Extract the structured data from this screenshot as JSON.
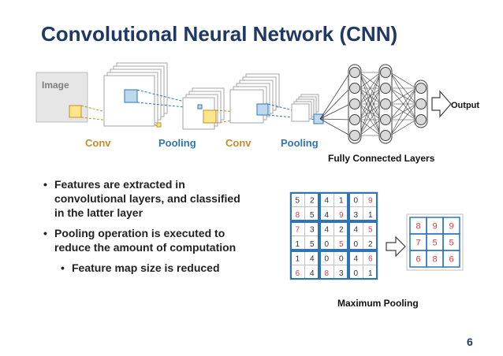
{
  "title": "Convolutional Neural Network (CNN)",
  "diagram": {
    "image_label": "Image",
    "stage_labels": [
      "Conv",
      "Pooling",
      "Conv",
      "Pooling"
    ],
    "fc_label": "Fully Connected Layers",
    "output_label": "Output",
    "colors": {
      "label_orange": "#c58d2a",
      "label_blue": "#2e75b6",
      "patch_yellow": "#fde68a",
      "patch_blue": "#bdd7ee"
    }
  },
  "bullets": [
    {
      "level": 1,
      "text_lines": [
        "Features are extracted in",
        "convolutional layers, and classified",
        "in the latter layer"
      ]
    },
    {
      "level": 1,
      "text_lines": [
        "Pooling operation is executed to",
        "reduce the amount of computation"
      ]
    },
    {
      "level": 2,
      "text_lines": [
        "Feature map size is reduced"
      ]
    }
  ],
  "max_pooling": {
    "input_grid": [
      [
        5,
        2,
        4,
        1,
        0,
        9
      ],
      [
        8,
        5,
        4,
        9,
        3,
        1
      ],
      [
        7,
        3,
        4,
        2,
        4,
        5
      ],
      [
        1,
        5,
        0,
        5,
        0,
        2
      ],
      [
        1,
        4,
        0,
        0,
        4,
        6
      ],
      [
        6,
        4,
        8,
        3,
        0,
        1
      ]
    ],
    "max_cells": [
      [
        1,
        0
      ],
      [
        1,
        3
      ],
      [
        0,
        5
      ],
      [
        2,
        0
      ],
      [
        3,
        3
      ],
      [
        2,
        5
      ],
      [
        5,
        0
      ],
      [
        5,
        2
      ],
      [
        4,
        5
      ]
    ],
    "output_grid": [
      [
        8,
        9,
        9
      ],
      [
        7,
        5,
        5
      ],
      [
        6,
        8,
        6
      ]
    ],
    "caption": "Maximum Pooling"
  },
  "page_number": "6"
}
